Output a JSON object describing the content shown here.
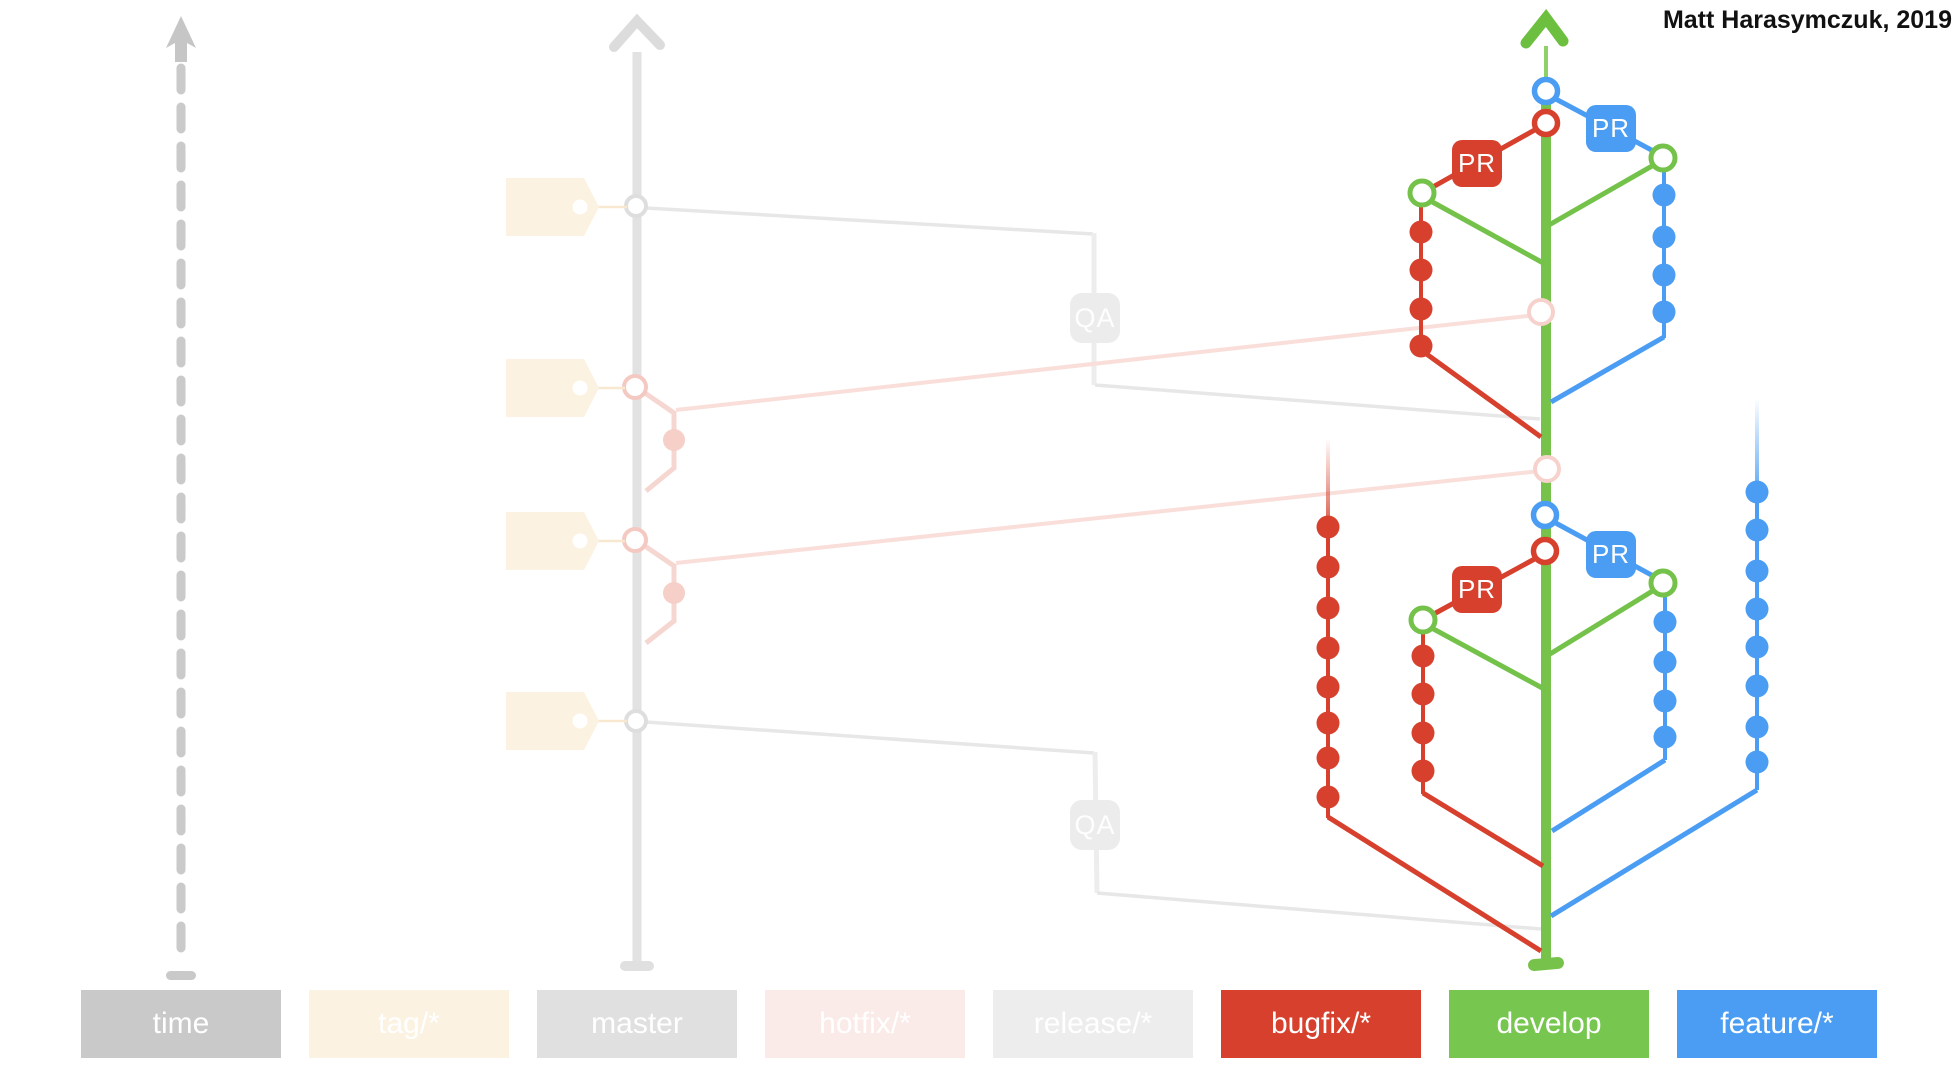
{
  "credit": "Matt Harasymczuk, 2019",
  "badges": {
    "pr": "PR",
    "qa": "QA"
  },
  "legend": {
    "items": [
      {
        "label": "time",
        "bg": "#C9C9C9",
        "fg": "#FFFFFF",
        "muted": true
      },
      {
        "label": "tag/*",
        "bg": "#FCF2E2",
        "fg": "#FFFFFF",
        "muted": true
      },
      {
        "label": "master",
        "bg": "#E0E0E0",
        "fg": "#FFFFFF",
        "muted": true
      },
      {
        "label": "hotfix/*",
        "bg": "#FBEBE8",
        "fg": "#FFFFFF",
        "muted": true
      },
      {
        "label": "release/*",
        "bg": "#EDEDED",
        "fg": "#FFFFFF",
        "muted": true
      },
      {
        "label": "bugfix/*",
        "bg": "#D6402D",
        "fg": "#FFFFFF",
        "muted": false
      },
      {
        "label": "develop",
        "bg": "#77C64F",
        "fg": "#FFFFFF",
        "muted": false
      },
      {
        "label": "feature/*",
        "bg": "#4A9DF2",
        "fg": "#FFFFFF",
        "muted": false
      }
    ]
  },
  "colors": {
    "bugfix": "#D6402D",
    "develop": "#76C24A",
    "feature": "#4A9DF2",
    "hotfix_faded": "#F5CFC8",
    "master_faded": "#E2E2E2",
    "release_faded": "#EDEDED",
    "tag_faded": "#FCF2E2",
    "time_axis": "#CACACA"
  },
  "diagram": {
    "time_axis_direction": "up",
    "master": {
      "tags": 4,
      "hotfix_merges": 2,
      "release_merges": 2
    },
    "hotfix_branches": [
      {
        "commits": 1
      },
      {
        "commits": 1
      }
    ],
    "release_branches": [
      {
        "badge": "QA"
      },
      {
        "badge": "QA"
      }
    ],
    "bugfix_branches": [
      {
        "commits": 4,
        "merged_with_pr": true
      },
      {
        "commits": 4,
        "merged_with_pr": true
      },
      {
        "commits": 8,
        "merged_with_pr": false
      }
    ],
    "feature_branches": [
      {
        "commits": 4,
        "merged_with_pr": true
      },
      {
        "commits": 4,
        "merged_with_pr": true
      },
      {
        "commits": 8,
        "merged_with_pr": false
      }
    ]
  }
}
